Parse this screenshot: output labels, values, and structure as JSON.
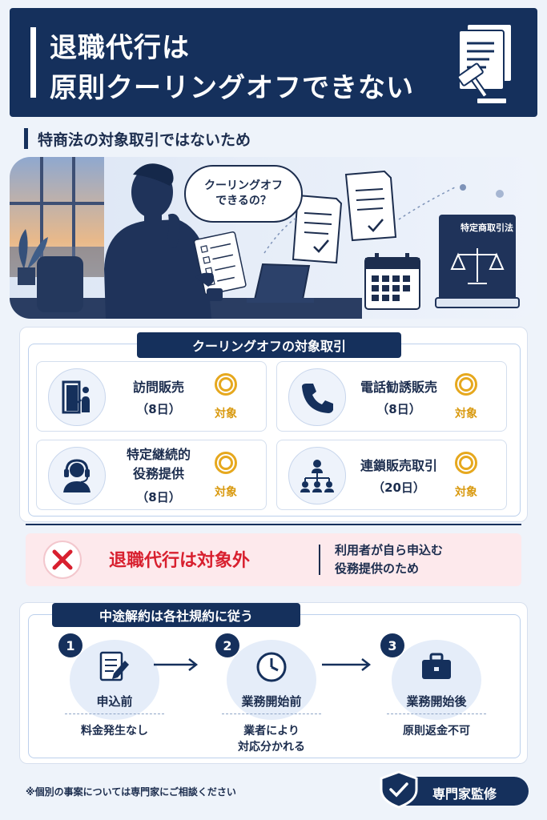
{
  "header": {
    "title_line1": "退職代行は",
    "title_line2": "原則クーリングオフできない"
  },
  "subtitle": "特商法の対象取引ではないため",
  "scene": {
    "bubble_line1": "クーリングオフ",
    "bubble_line2": "できるの？",
    "book_label": "特定商取引法"
  },
  "coverage": {
    "title": "クーリングオフの対象取引",
    "items": [
      {
        "name_line1": "訪問販売",
        "name_line2": "",
        "period": "（8日）",
        "status": "対象",
        "icon": "door-person-icon"
      },
      {
        "name_line1": "電話勧誘販売",
        "name_line2": "",
        "period": "（8日）",
        "status": "対象",
        "icon": "phone-icon"
      },
      {
        "name_line1": "特定継続的",
        "name_line2": "役務提供",
        "period": "（8日）",
        "status": "対象",
        "icon": "headset-operator-icon"
      },
      {
        "name_line1": "連鎖販売取引",
        "name_line2": "",
        "period": "（20日）",
        "status": "対象",
        "icon": "network-people-icon"
      }
    ]
  },
  "exclusion": {
    "label": "退職代行は対象外",
    "reason_line1": "利用者が自ら申込む",
    "reason_line2": "役務提供のため"
  },
  "flow": {
    "title": "中途解約は各社規約に従う",
    "steps": [
      {
        "num": "1",
        "label": "申込前",
        "result_line1": "料金発生なし",
        "result_line2": "",
        "icon": "document-pen-icon"
      },
      {
        "num": "2",
        "label": "業務開始前",
        "result_line1": "業者により",
        "result_line2": "対応分かれる",
        "icon": "clock-icon"
      },
      {
        "num": "3",
        "label": "業務開始後",
        "result_line1": "原則返金不可",
        "result_line2": "",
        "icon": "briefcase-icon"
      }
    ]
  },
  "footer": {
    "note": "※個別の事案については専門家にご相談ください",
    "badge": "専門家監修"
  },
  "colors": {
    "navy": "#15305c",
    "accent_gold": "#e6a81e",
    "alert_red": "#d8202f"
  }
}
